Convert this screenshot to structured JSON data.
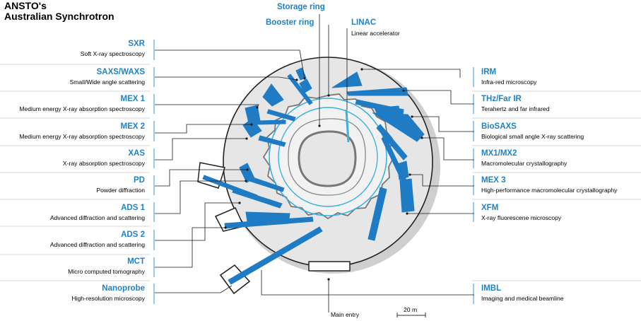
{
  "title": {
    "line1": "ANSTO's",
    "line2": "Australian Synchrotron"
  },
  "colors": {
    "accent": "#1f82c6",
    "beamline": "#1f7cc4",
    "ring_light": "#3bb1e3",
    "outer_fill": "#e6e6e6",
    "ring_grey": "#888888",
    "shadow": "#cfcfcf"
  },
  "top_labels": {
    "storage_ring": "Storage ring",
    "booster_ring": "Booster ring",
    "linac": "LINAC",
    "linac_desc": "Linear accelerator"
  },
  "left_beamlines": [
    {
      "name": "SXR",
      "desc": "Soft X-ray spectroscopy"
    },
    {
      "name": "SAXS/WAXS",
      "desc": "Small/Wide angle scattering"
    },
    {
      "name": "MEX 1",
      "desc": "Medium energy X-ray absorption spectroscopy"
    },
    {
      "name": "MEX 2",
      "desc": "Medium energy X-ray absorption spectroscopy"
    },
    {
      "name": "XAS",
      "desc": "X-ray absorption spectroscopy"
    },
    {
      "name": "PD",
      "desc": "Powder diffraction"
    },
    {
      "name": "ADS 1",
      "desc": "Advanced diffraction and scattering"
    },
    {
      "name": "ADS 2",
      "desc": "Advanced diffraction and scattering"
    },
    {
      "name": "MCT",
      "desc": "Micro computed tomography"
    },
    {
      "name": "Nanoprobe",
      "desc": "High-resolution microscopy"
    }
  ],
  "right_beamlines": [
    {
      "name": "IRM",
      "desc": "Infra-red microscopy"
    },
    {
      "name": "THz/Far IR",
      "desc": "Terahertz and far infrared"
    },
    {
      "name": "BioSAXS",
      "desc": "Biological small angle X-ray scattering"
    },
    {
      "name": "MX1/MX2",
      "desc": "Macromolecular crystallography"
    },
    {
      "name": "MEX 3",
      "desc": "High-performance macromolecular crystallography"
    },
    {
      "name": "XFM",
      "desc": "X-ray fluorescene microscopy"
    },
    {
      "name": "IMBL",
      "desc": "Imaging and medical beamline"
    }
  ],
  "main_entry": "Main entry",
  "scale": "20 m"
}
